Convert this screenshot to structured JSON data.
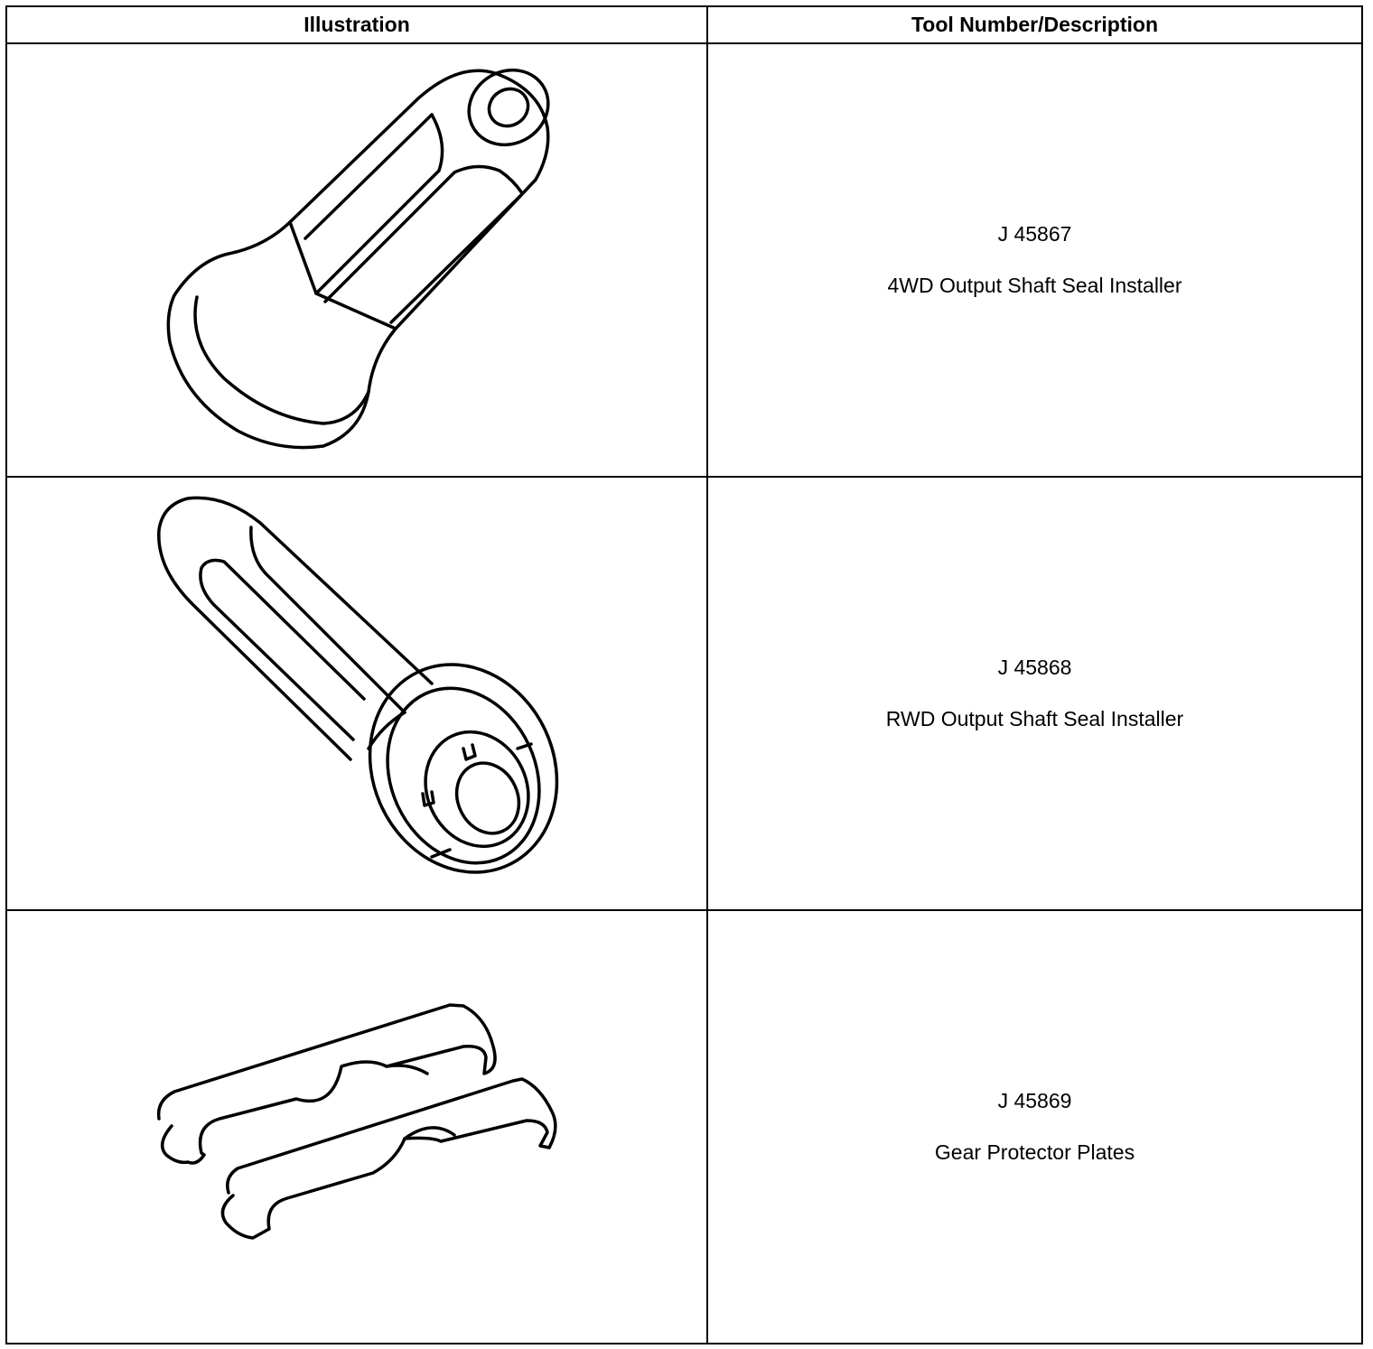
{
  "table": {
    "headers": {
      "illustration": "Illustration",
      "tool": "Tool Number/Description"
    },
    "rows": [
      {
        "tool_number": "J 45867",
        "description": "4WD Output Shaft Seal Installer",
        "illustration": "seal-installer-4wd-drawing"
      },
      {
        "tool_number": "J 45868",
        "description": "RWD Output Shaft Seal Installer",
        "illustration": "seal-installer-rwd-drawing"
      },
      {
        "tool_number": "J 45869",
        "description": "Gear Protector Plates",
        "illustration": "gear-protector-plates-drawing"
      }
    ]
  }
}
